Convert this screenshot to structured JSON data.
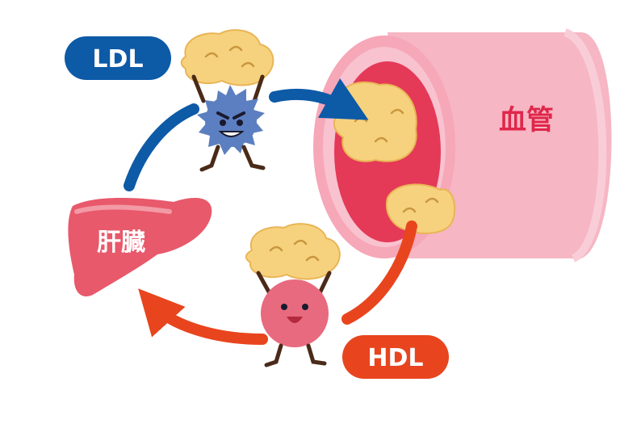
{
  "labels": {
    "ldl": "LDL",
    "hdl": "HDL",
    "vessel": "血管",
    "liver": "肝臓"
  },
  "colors": {
    "ldl_blue": "#0d5aa7",
    "hdl_red": "#e8451e",
    "vessel_pink": "#f6b6c4",
    "vessel_red": "#e53958",
    "liver": "#e8596b",
    "plaque": "#f7d27e",
    "ldl_character": "#5b7fc0",
    "hdl_character": "#e86a7e"
  }
}
